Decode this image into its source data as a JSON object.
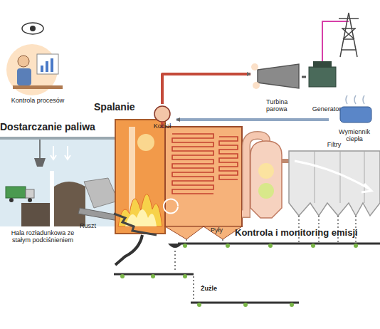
{
  "diagram": {
    "nodes": [
      {
        "text": [
          "Spalanie"
        ]
      },
      {
        "text": [
          "Kocioł"
        ]
      },
      {
        "text": [
          "Turbina parowa"
        ]
      },
      {
        "text": [
          "Generator"
        ]
      },
      {
        "text": [
          "Wymiennik ciepła"
        ]
      },
      {
        "text": [
          "Filtry"
        ]
      }
    ],
    "edges": [
      {
        "from": 1,
        "to": 2,
        "arrow": "to"
      },
      {
        "from": 2,
        "to": 3,
        "arrow": "none"
      },
      {
        "from": 4,
        "to": 1,
        "arrow": "to"
      }
    ],
    "labels": [
      "Kontrola procesów",
      "Dostarczanie paliwa",
      "Hala rozładunkowa ze stałym podciśnieniem",
      "Ruszt",
      "Pyły",
      "Kontrola i monitoring emisji",
      "Żużle"
    ]
  }
}
